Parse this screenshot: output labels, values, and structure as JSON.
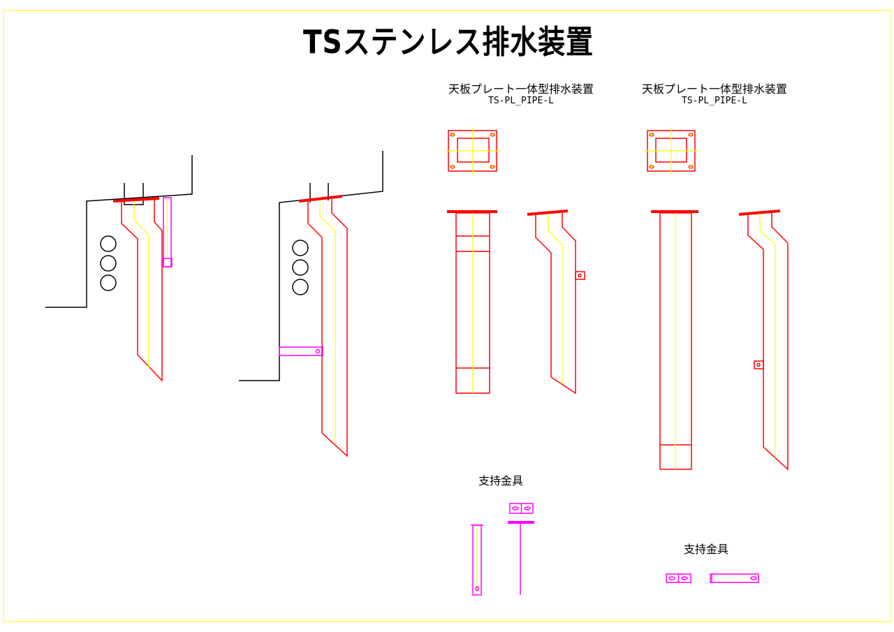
{
  "title": "TSステンレス排水装置",
  "models": [
    {
      "name": "天板プレート一体型排水装置",
      "code": "TS-PL_PIPE-L"
    },
    {
      "name": "天板プレート一体型排水装置",
      "code": "TS-PL_PIPE-L"
    }
  ],
  "support_labels": [
    "支持金具",
    "支持金具"
  ],
  "colors": {
    "border": "#ffff00",
    "pipe": "#ff0000",
    "centerline": "#ffff00",
    "bracket": "#ff00ff",
    "structure": "#000000"
  }
}
